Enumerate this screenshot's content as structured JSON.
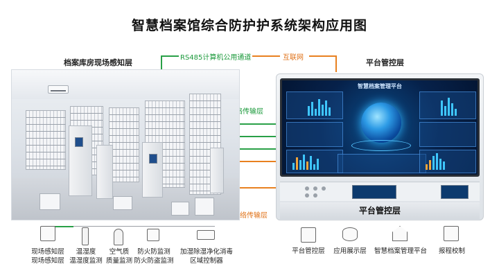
{
  "title": "智慧档案馆综合防护护系统架构应用图",
  "labels": {
    "left_section": "档案库房现场感知层",
    "right_section": "平台管控层",
    "rs485": "RS485计算机公用通道",
    "internet": "互联网",
    "network_upper": "网络传输层",
    "network_lower": "网络传输层",
    "platform_plate": "平台管控层"
  },
  "screen": {
    "title": "智慧档案管理平台"
  },
  "devices_left": [
    {
      "line1": "现场感知层",
      "line2": "现场感知层"
    },
    {
      "line1": "温湿度",
      "line2": "温湿度监测"
    },
    {
      "line1": "空气质",
      "line2": "质量监测"
    },
    {
      "line1": "防火防监测",
      "line2": "防火防盗监测"
    },
    {
      "line1": "加湿除湿净化消毒",
      "line2": "区域控制器"
    }
  ],
  "devices_right": [
    {
      "line1": "平台管控层"
    },
    {
      "line1": "应用展示层"
    },
    {
      "line1": "智慧档案管理平台"
    },
    {
      "line1": "报程校制"
    }
  ],
  "colors": {
    "green_link": "#29a047",
    "orange_link": "#e8801f"
  }
}
